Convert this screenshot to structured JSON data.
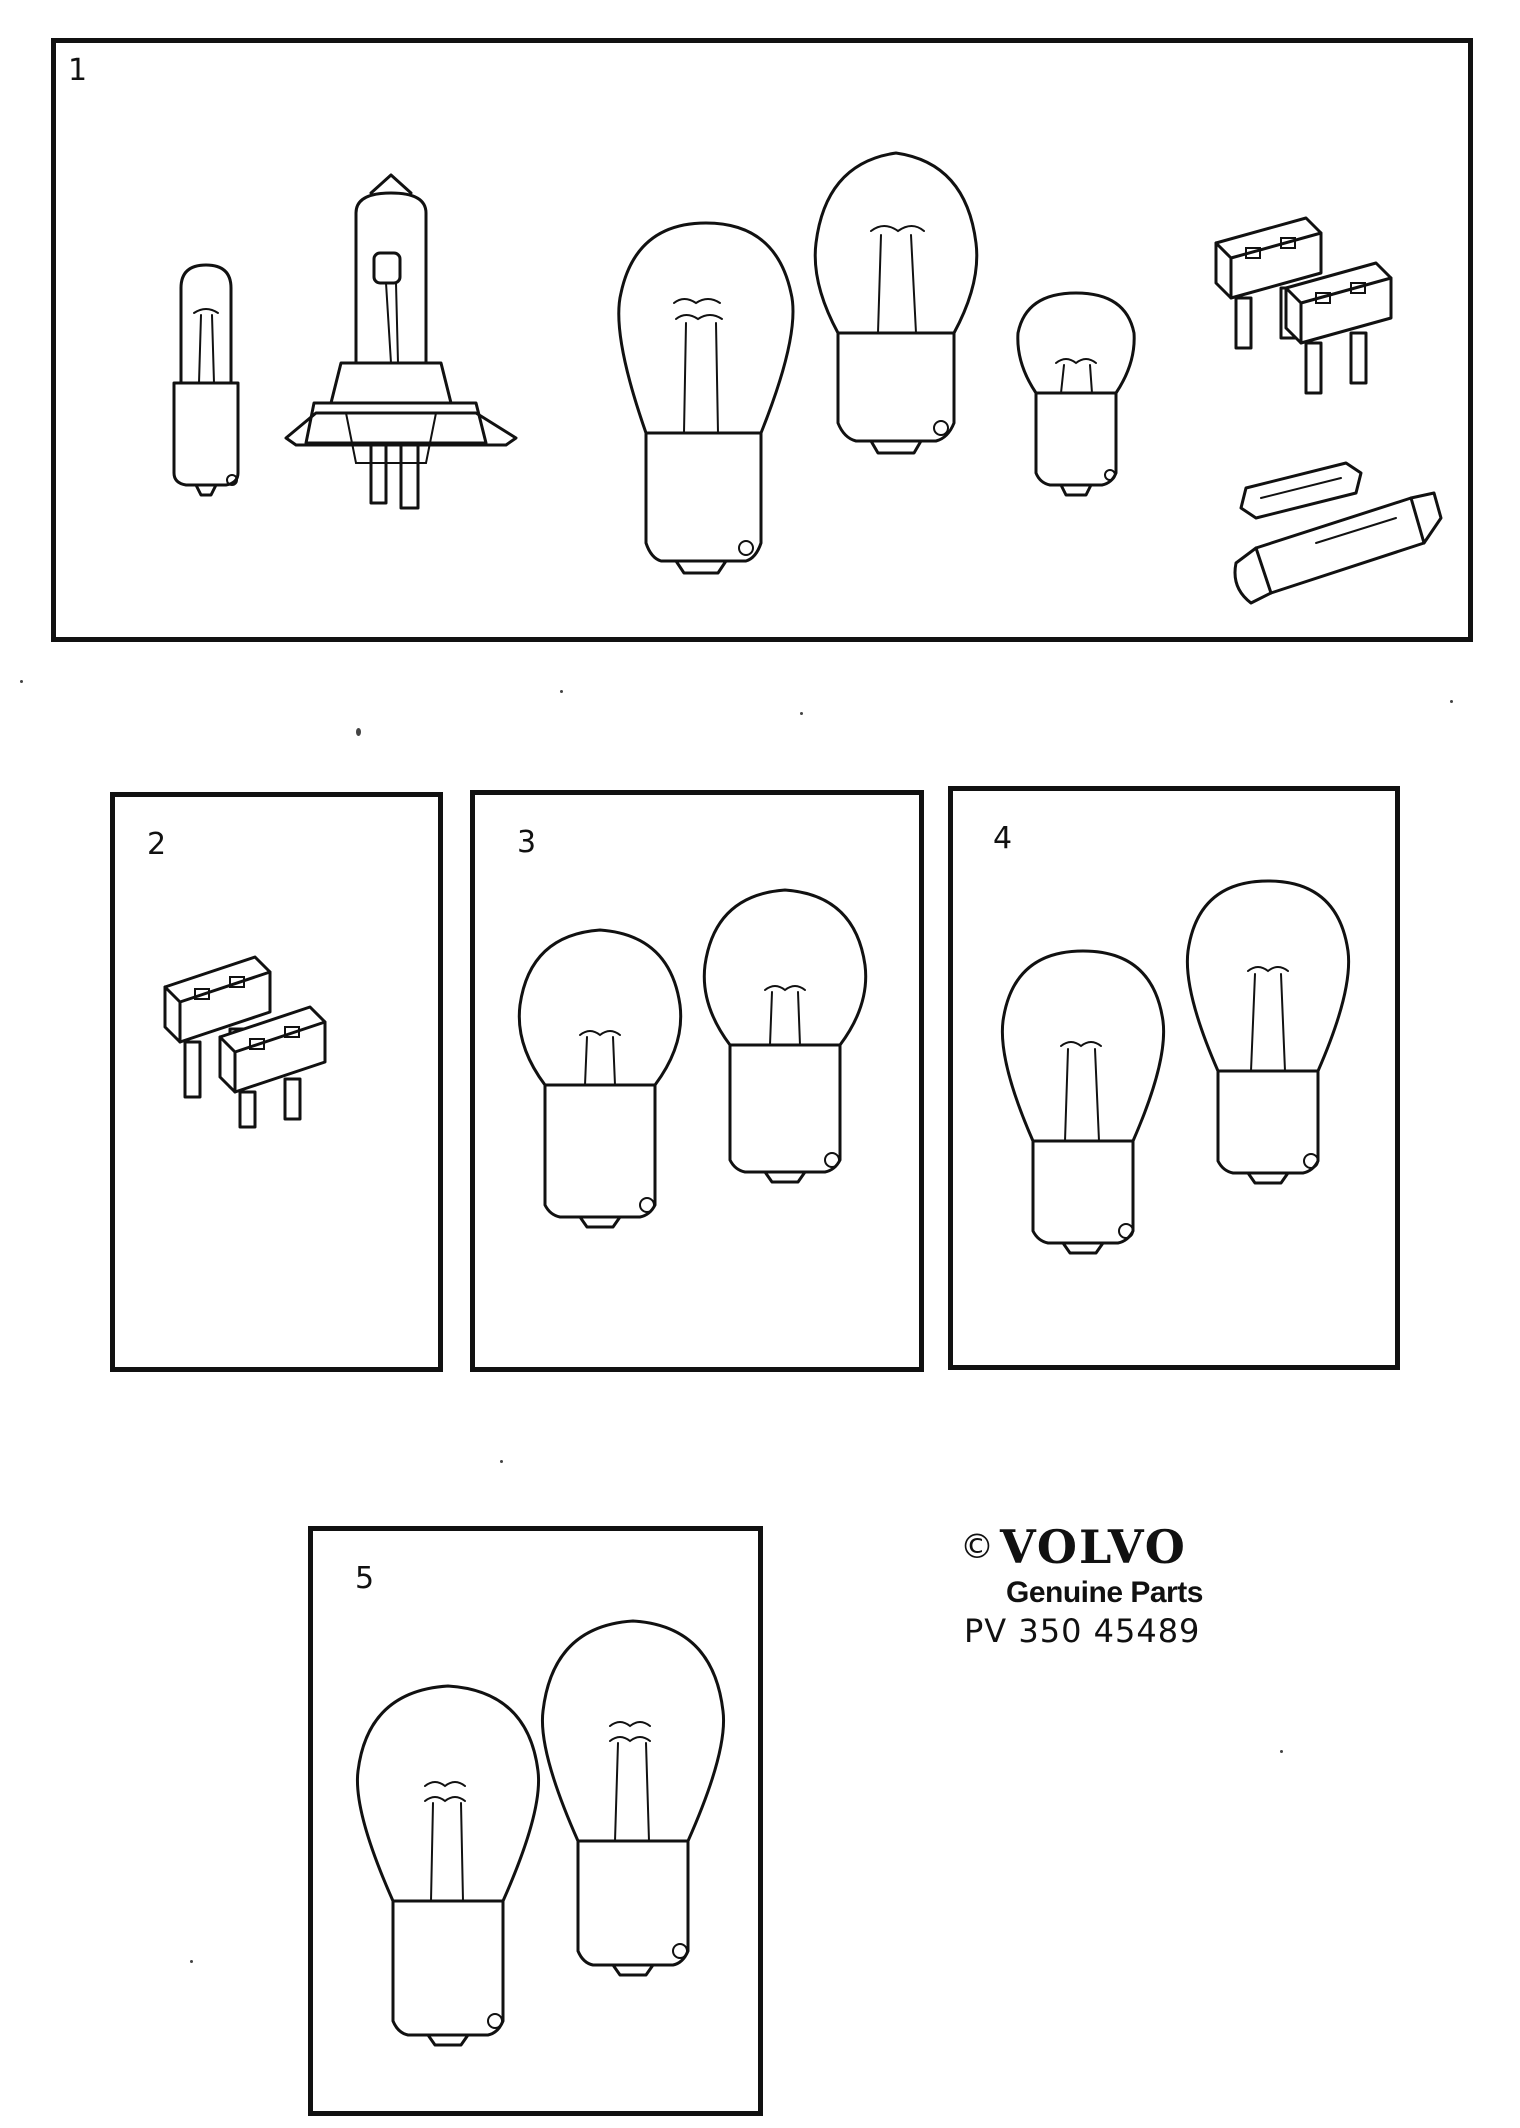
{
  "panels": [
    {
      "number": "1"
    },
    {
      "number": "2"
    },
    {
      "number": "3"
    },
    {
      "number": "4"
    },
    {
      "number": "5"
    }
  ],
  "branding": {
    "copyright_symbol": "©",
    "brand_name": "VOLVO",
    "tagline": "Genuine Parts",
    "part_number": "PV 350 45489"
  },
  "icons": {
    "bulb": "light-bulb-icon",
    "halogen": "halogen-bulb-icon",
    "fuse": "blade-fuse-icon",
    "festoon": "festoon-bulb-icon"
  },
  "colors": {
    "ink": "#111111",
    "paper": "#ffffff"
  }
}
